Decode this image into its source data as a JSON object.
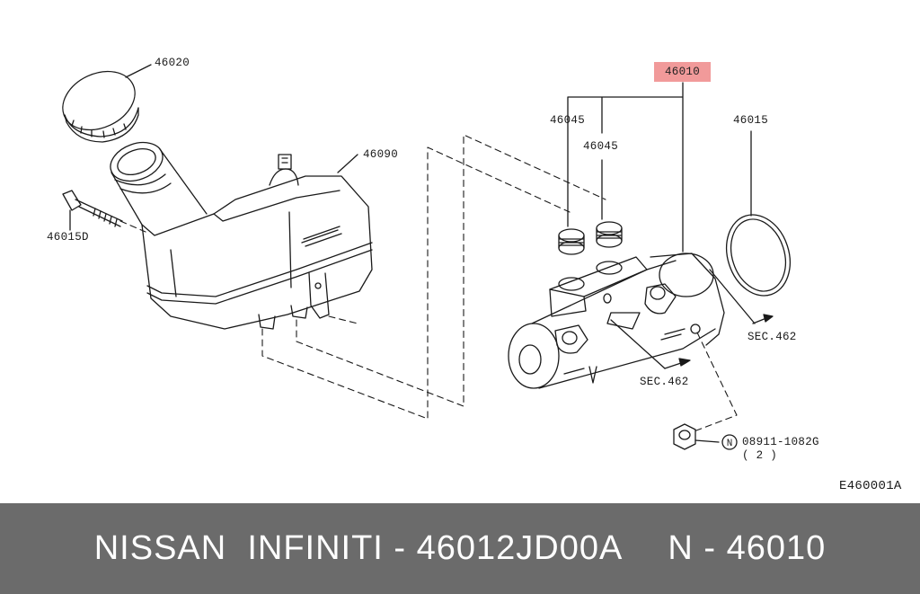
{
  "parts": {
    "cap": "46020",
    "reservoir": "46090",
    "bolt": "46015D",
    "master_cylinder": "46010",
    "grommet_a": "46045",
    "grommet_b": "46045",
    "o_ring": "46015",
    "section_upper": "SEC.462",
    "section_lower": "SEC.462",
    "nut_number": "08911-1082G",
    "nut_qty": "( 2 )",
    "nut_marker": "N"
  },
  "diagram_code": "E460001A",
  "colors": {
    "highlight": "#f19a9a",
    "footer_bg": "#6b6b6b",
    "footer_text": "#ffffff",
    "line": "#1a1a1a"
  },
  "footer": {
    "left": "NISSAN  INFINITI - 46012JD00A",
    "right": "N - 46010"
  }
}
